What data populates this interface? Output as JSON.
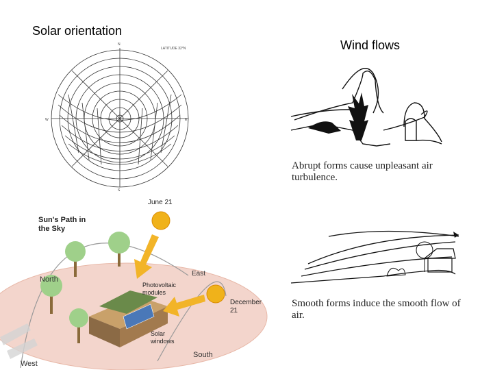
{
  "slide": {
    "left_title": "Solar orientation",
    "right_title": "Wind flows"
  },
  "sun_path_diagram": {
    "label": "Sun's Path in the Sky",
    "summer_label": "June 21",
    "winter_label": "December 21",
    "directions": {
      "north": "North",
      "east": "East",
      "south": "South",
      "west": "West"
    },
    "photovoltaic_label": "Photovoltaic modules",
    "solar_windows_label": "Solar windows"
  },
  "wind_diagrams": {
    "top_caption": "Abrupt forms cause unpleasant air turbulence.",
    "bottom_caption": "Smooth forms induce the smooth flow of air."
  }
}
